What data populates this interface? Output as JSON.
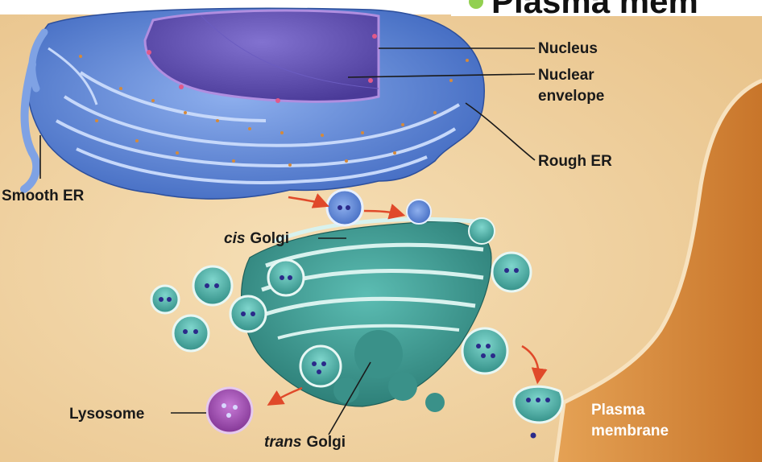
{
  "title": {
    "bullet_color": "#92d050",
    "text": "Plasma mem"
  },
  "labels": {
    "nucleus": "Nucleus",
    "nuclear_envelope_1": "Nuclear",
    "nuclear_envelope_2": "envelope",
    "rough_er": "Rough ER",
    "smooth_er": "Smooth ER",
    "cis_golgi_italic": "cis",
    "cis_golgi_rest": "Golgi",
    "lysosome": "Lysosome",
    "trans_golgi_italic": "trans",
    "trans_golgi_rest": "Golgi",
    "plasma_membrane_1": "Plasma",
    "plasma_membrane_2": "membrane"
  },
  "colors": {
    "cytoplasm": "#f3d6a6",
    "cell_exterior": "#d9893a",
    "er": "#5b86d6",
    "nucleus": "#5e4fb0",
    "golgi": "#3f9e96",
    "lysosome": "#a54fb5",
    "arrow": "#e0492a"
  }
}
